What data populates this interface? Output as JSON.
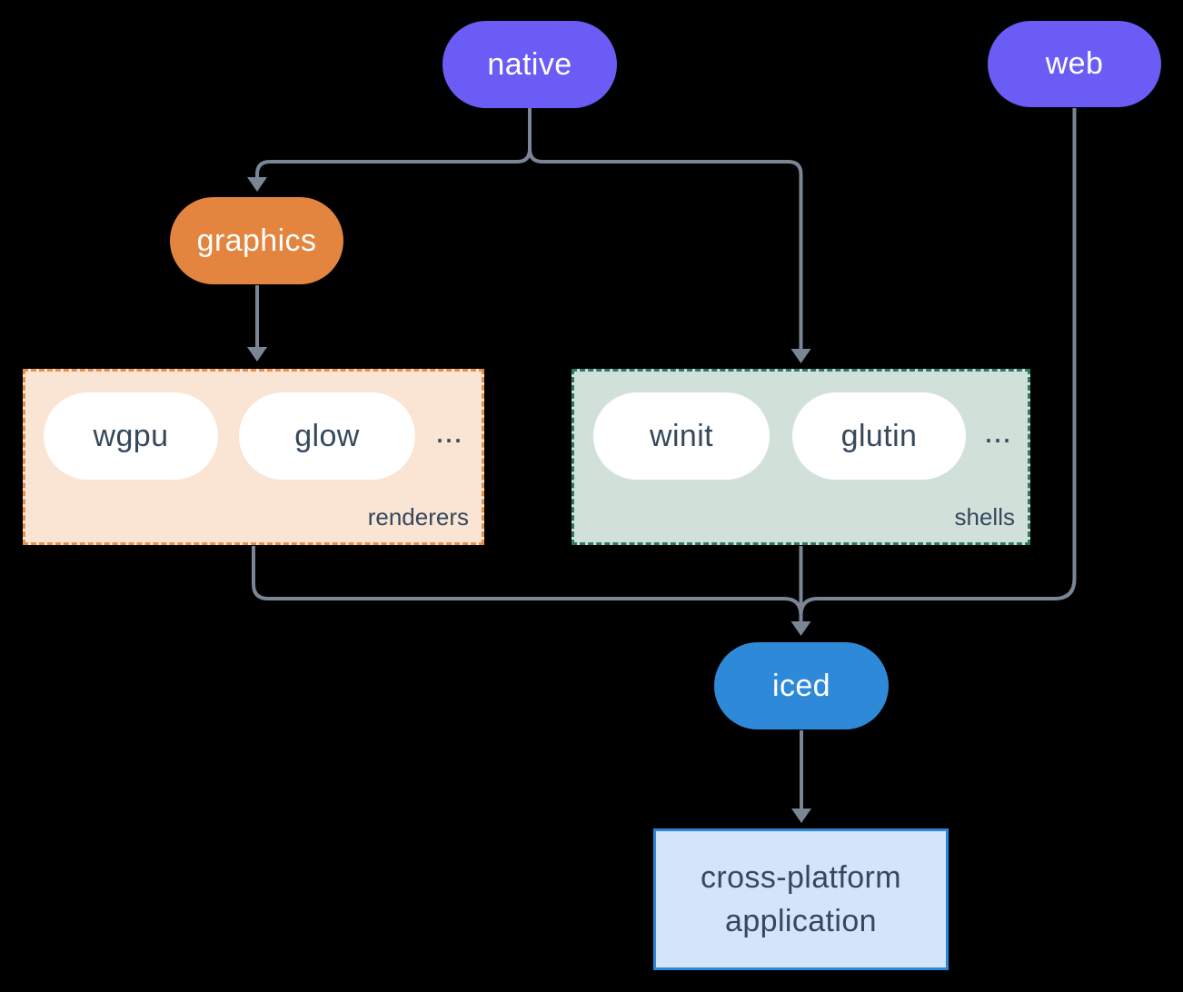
{
  "colors": {
    "bg": "#000000",
    "purple": "#6A5CF5",
    "orange": "#E3853F",
    "blue": "#2E8AD8",
    "line": "#7A8695",
    "ink": "#35485C",
    "pill_text": "#FFFFFF",
    "peach_bg": "#FAE4D3",
    "peach_border": "#E5914C",
    "sage_bg": "#D2E0DA",
    "sage_border": "#2B7A68",
    "app_bg": "#D3E5F8",
    "app_border": "#2E86D8"
  },
  "nodes": {
    "native": {
      "label": "native"
    },
    "web": {
      "label": "web"
    },
    "graphics": {
      "label": "graphics"
    },
    "iced": {
      "label": "iced"
    }
  },
  "groups": {
    "renderers": {
      "label": "renderers",
      "items": [
        "wgpu",
        "glow"
      ],
      "ellipsis": "..."
    },
    "shells": {
      "label": "shells",
      "items": [
        "winit",
        "glutin"
      ],
      "ellipsis": "..."
    }
  },
  "app_box": {
    "line1": "cross-platform",
    "line2": "application"
  }
}
